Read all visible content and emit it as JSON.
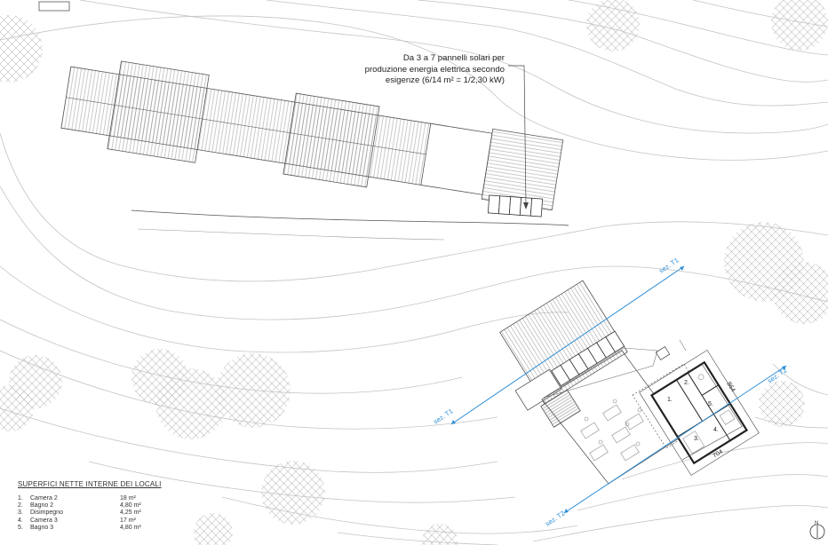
{
  "annotation": {
    "lines": [
      "Da 3 a 7 pannelli solari per",
      "produzione energia elettrica secondo",
      "esigenze (6/14 m² = 1/2,30 kW)"
    ]
  },
  "sections": {
    "t1_top": "sez. T1",
    "t1_bottom": "sez. T1",
    "t2_top": "sez. T2",
    "t2_bottom": "sez. T2"
  },
  "rooms": {
    "r1": "1.",
    "r2": "2.",
    "r3": "3.",
    "r4": "4.",
    "r5": "5."
  },
  "dimensions": {
    "width": "704",
    "depth": "864"
  },
  "north": "N",
  "legend": {
    "title": "SUPERFICI NETTE INTERNE DEI LOCALI",
    "rows": [
      {
        "num": "1.",
        "name": "Camera 2",
        "area": "18 m²"
      },
      {
        "num": "2.",
        "name": "Bagno 2",
        "area": "4,80 m²"
      },
      {
        "num": "3.",
        "name": "Disimpegno",
        "area": "4,25 m²"
      },
      {
        "num": "4.",
        "name": "Camera 3",
        "area": "17 m²"
      },
      {
        "num": "5.",
        "name": "Bagno 3",
        "area": "4,80 m²"
      }
    ]
  },
  "colors": {
    "section_line": "#2f8fd6",
    "linework": "#444444",
    "contour": "#c4c4c4",
    "trees": "#c8c8c8"
  }
}
